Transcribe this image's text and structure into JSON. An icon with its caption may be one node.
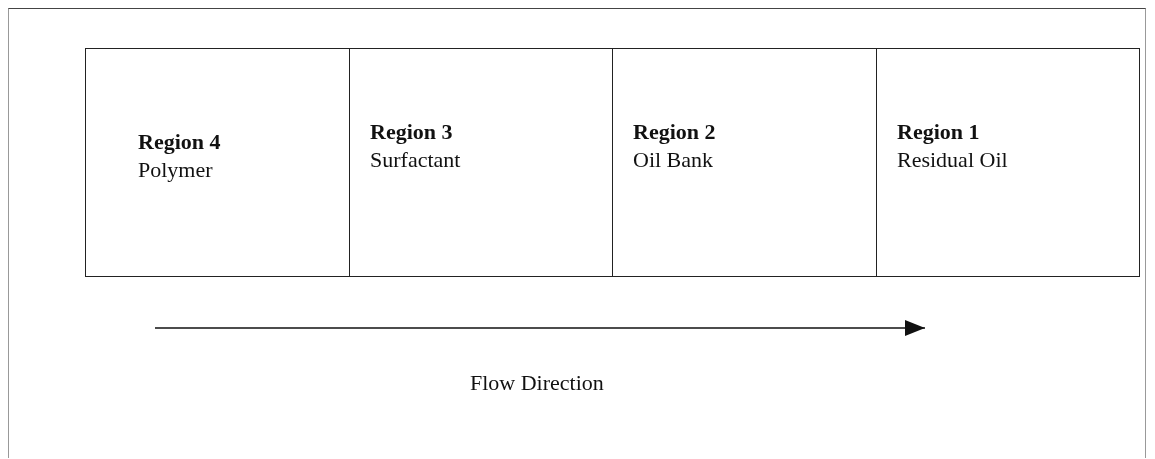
{
  "diagram": {
    "nodes": [
      {
        "text": [
          "Region 4",
          "Polymer"
        ]
      },
      {
        "text": [
          "Region 3",
          "Surfactant"
        ]
      },
      {
        "text": [
          "Region 2",
          "Oil Bank"
        ]
      },
      {
        "text": [
          "Region 1",
          "Residual Oil"
        ]
      }
    ],
    "labels": [
      "Flow Direction"
    ]
  }
}
